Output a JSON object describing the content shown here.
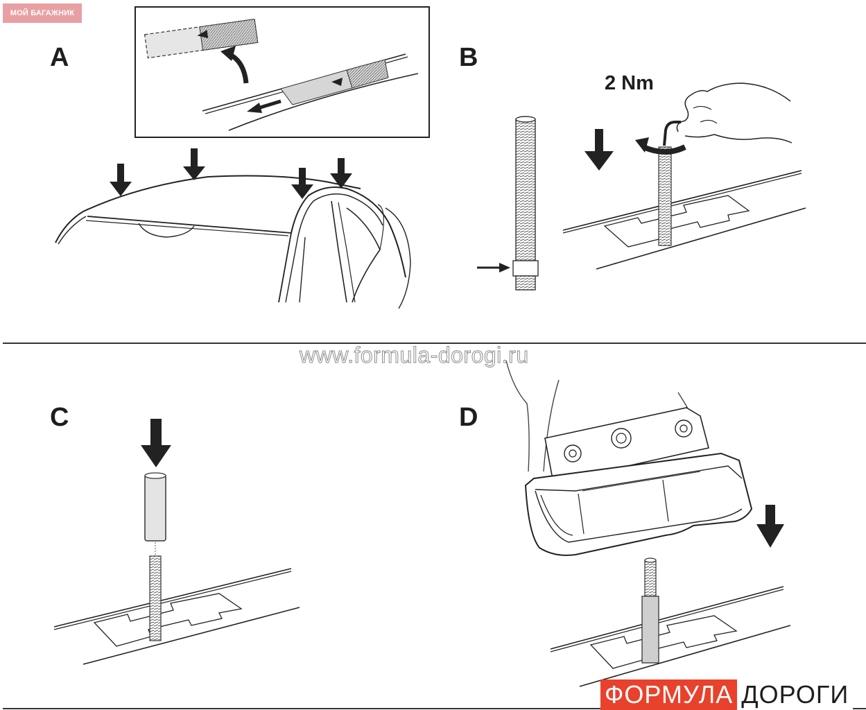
{
  "badge": {
    "text": "МОЙ БАГАЖНИК",
    "color": "#e8a0a4"
  },
  "steps": {
    "a": "A",
    "b": "B",
    "c": "C",
    "d": "D"
  },
  "torque_label": "2 Nm",
  "watermark": "www.formula-dorogi.ru",
  "brand": {
    "highlight": "ФОРМУЛА",
    "rest": "ДОРОГИ",
    "accent": "#e8412c"
  },
  "icons": [
    "down-arrow-icon",
    "curved-arrow-icon",
    "left-arrow-icon",
    "right-arrow-icon",
    "hand-icon",
    "allen-key-icon"
  ]
}
